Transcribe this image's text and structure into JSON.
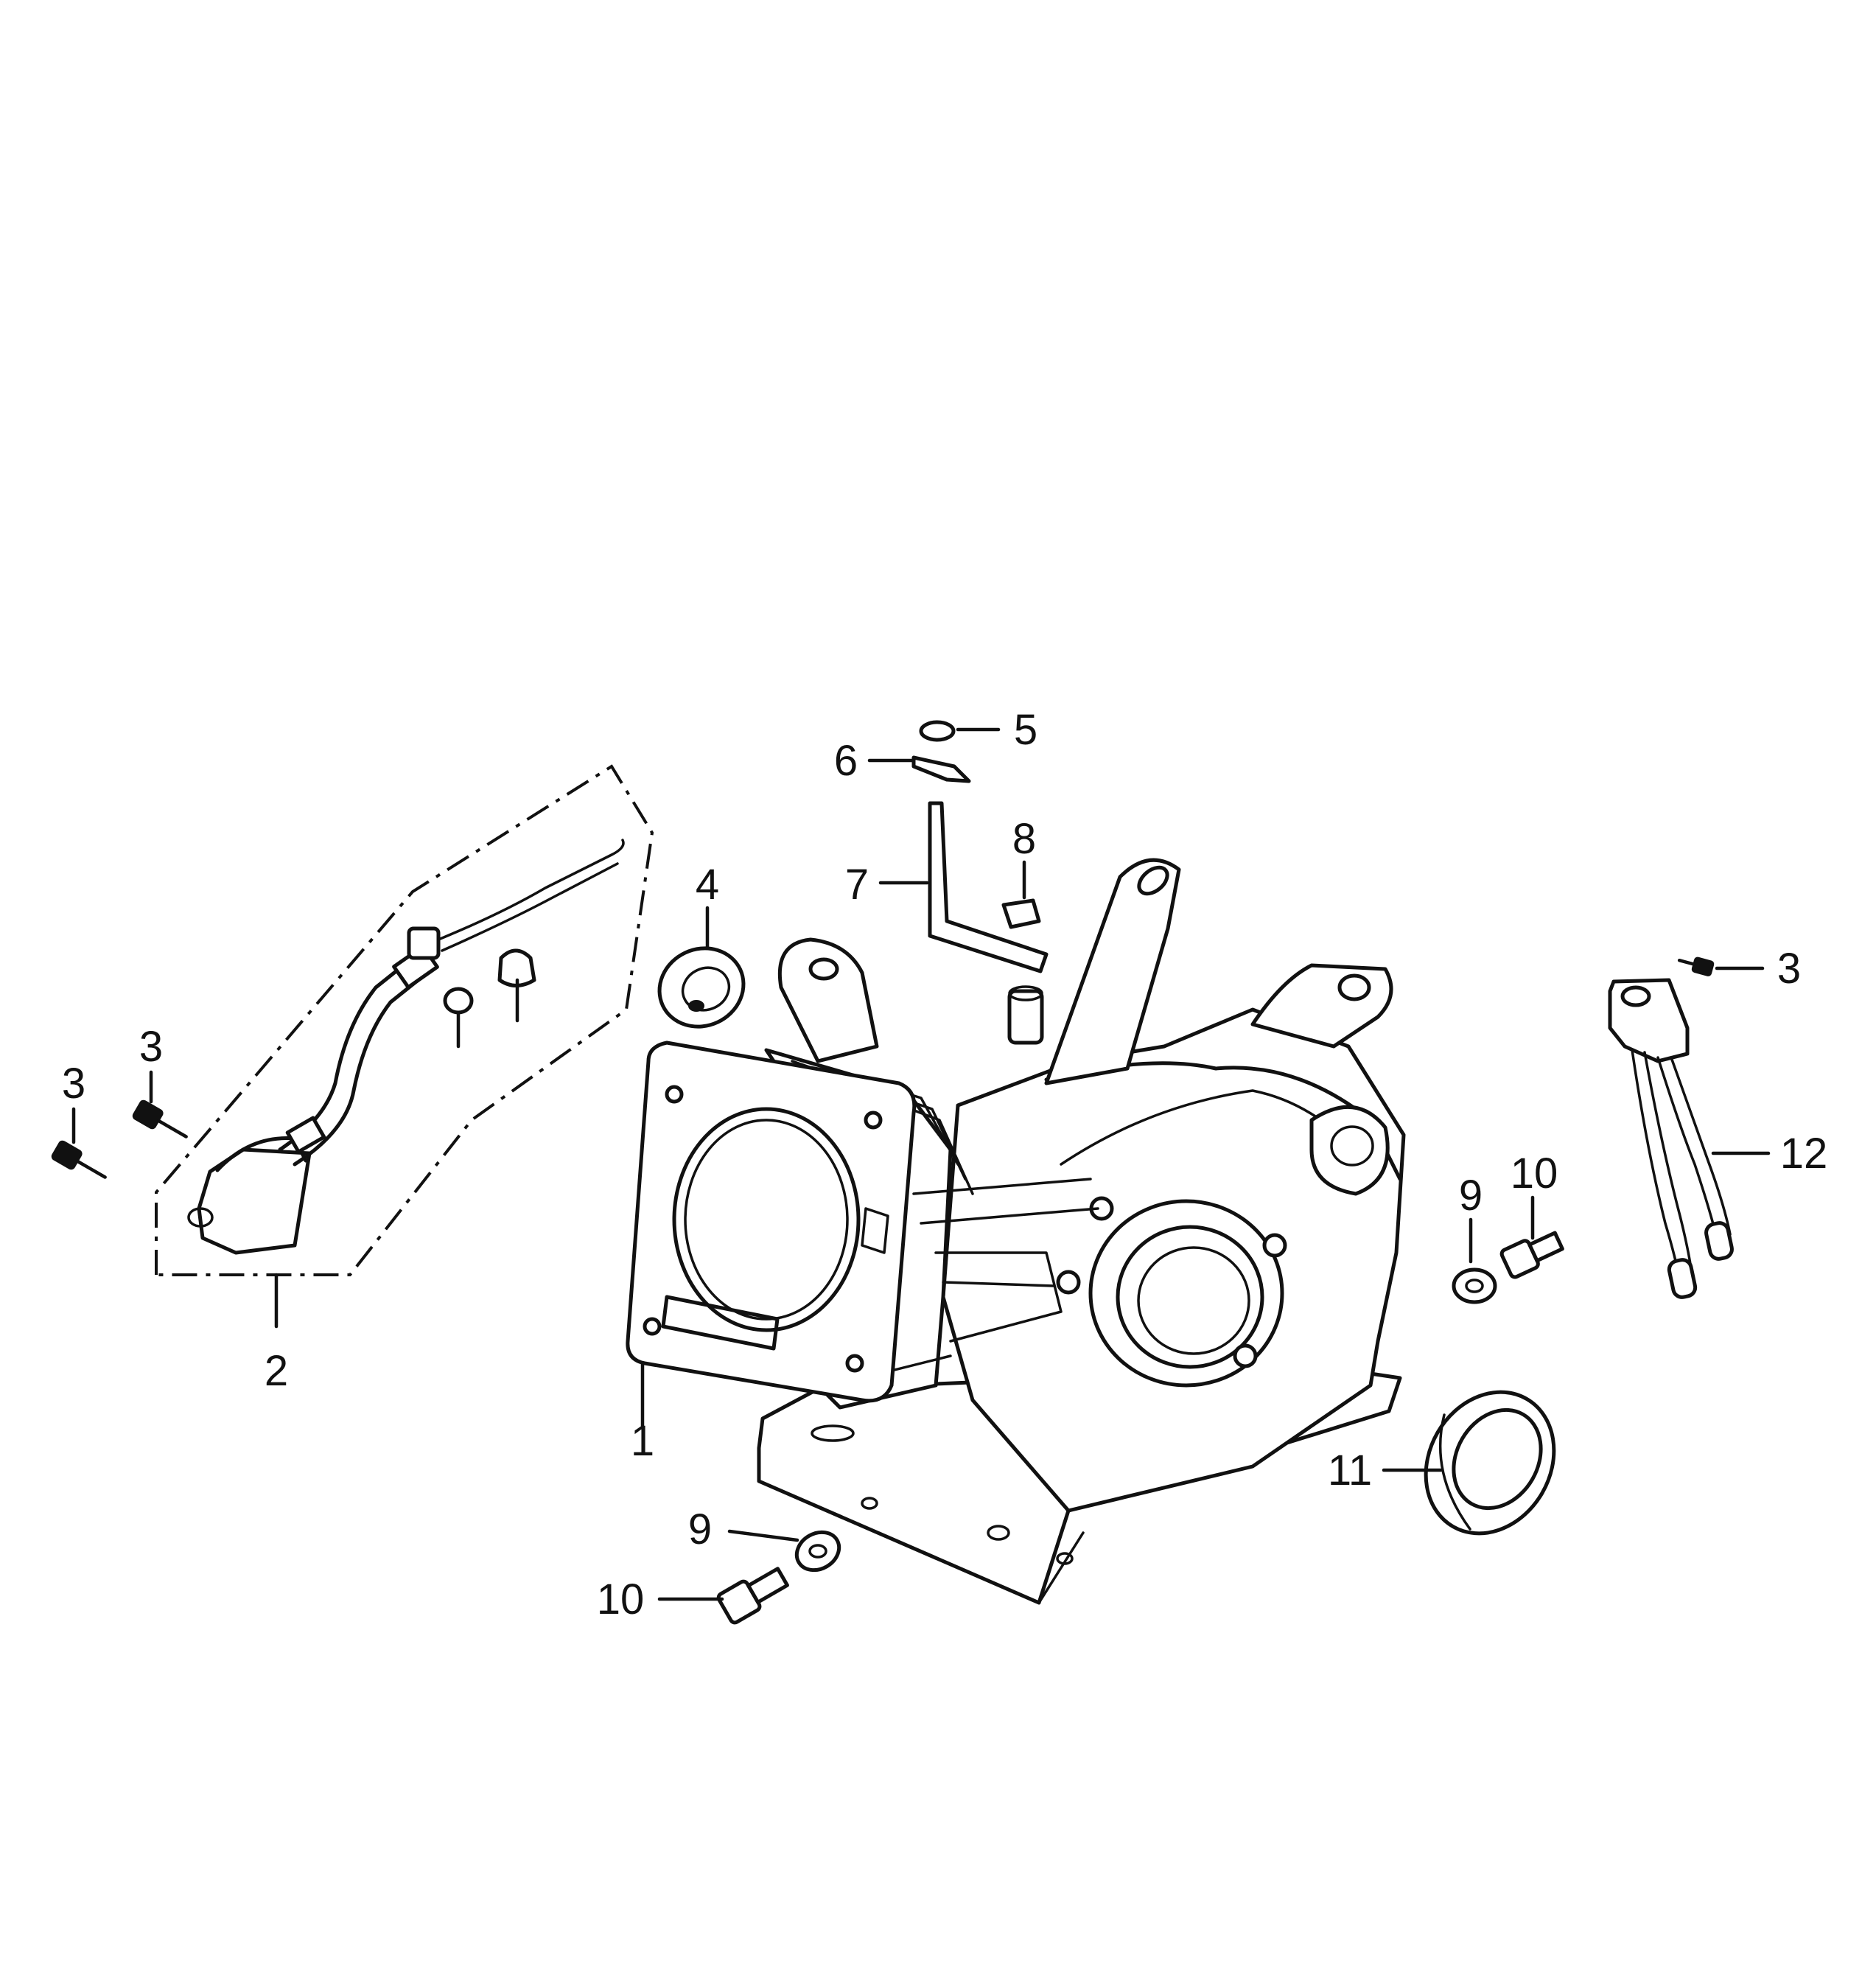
{
  "callouts": [
    {
      "id": "c1",
      "text": "1"
    },
    {
      "id": "c2",
      "text": "2"
    },
    {
      "id": "c3a",
      "text": "3"
    },
    {
      "id": "c3b",
      "text": "3"
    },
    {
      "id": "c3c",
      "text": "3"
    },
    {
      "id": "c4",
      "text": "4"
    },
    {
      "id": "c5",
      "text": "5"
    },
    {
      "id": "c6",
      "text": "6"
    },
    {
      "id": "c7",
      "text": "7"
    },
    {
      "id": "c8",
      "text": "8"
    },
    {
      "id": "c9a",
      "text": "9"
    },
    {
      "id": "c9b",
      "text": "9"
    },
    {
      "id": "c10a",
      "text": "10"
    },
    {
      "id": "c10b",
      "text": "10"
    },
    {
      "id": "c11",
      "text": "11"
    },
    {
      "id": "c12",
      "text": "12"
    }
  ]
}
